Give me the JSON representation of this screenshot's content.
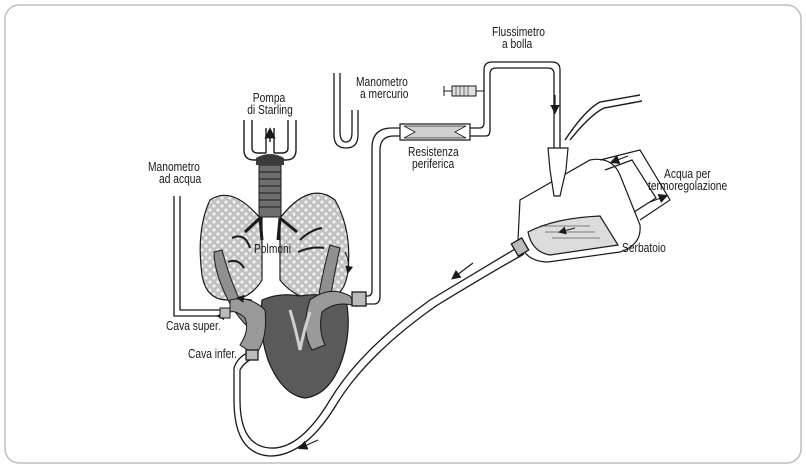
{
  "labels": {
    "pompa": "Pompa",
    "starling": "di Starling",
    "flussimetro": "Flussimetro",
    "a_bolla": "a bolla",
    "manometro_mercurio_1": "Manometro",
    "manometro_mercurio_2": "a mercurio",
    "resistenza": "Resistenza",
    "periferica": "periferica",
    "manometro_acqua_1": "Manometro",
    "manometro_acqua_2": "ad acqua",
    "polmoni": "Polmoni",
    "acqua_per": "Acqua per",
    "termoregolazione": "termoregolazione",
    "serbatoio": "Serbatoio",
    "cava_super": "Cava super.",
    "cava_infer": "Cava infer."
  },
  "colors": {
    "frame": "#bdbdbd",
    "tube": "#1a1a1a",
    "tube_fill": "#ffffff",
    "lung_fill": "#c9c9c9",
    "vessel_fill": "#8f8f8f",
    "heart_fill": "#5a5a5a",
    "trachea_fill": "#6e6e6e"
  }
}
